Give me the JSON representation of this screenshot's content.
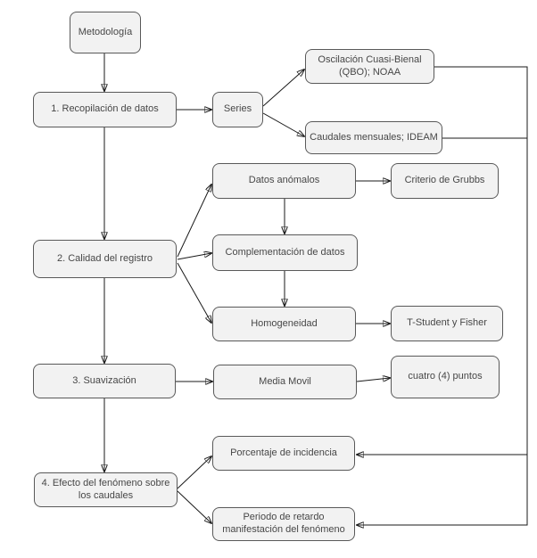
{
  "diagram": {
    "type": "flowchart",
    "title": "Metodología",
    "colors": {
      "background": "#ffffff",
      "node_fill": "#f2f2f2",
      "node_border": "#595959",
      "node_text": "#474747",
      "connector": "#1a1a1a"
    },
    "nodes": {
      "metodologia": {
        "label": "Metodología"
      },
      "recopilacion": {
        "label": "1. Recopilación de datos"
      },
      "series": {
        "label": "Series"
      },
      "qbo": {
        "label": "Oscilación Cuasi-Bienal (QBO); NOAA"
      },
      "caudales": {
        "label": "Caudales mensuales; IDEAM"
      },
      "datos_anomalos": {
        "label": "Datos anómalos"
      },
      "criterio_grubbs": {
        "label": "Criterio de Grubbs"
      },
      "calidad": {
        "label": "2. Calidad del registro"
      },
      "complementacion": {
        "label": "Complementación de datos"
      },
      "homogeneidad": {
        "label": "Homogeneidad"
      },
      "t_student_fisher": {
        "label": "T-Student y Fisher"
      },
      "suavizacion": {
        "label": "3. Suavización"
      },
      "media_movil": {
        "label": "Media Movil"
      },
      "cuatro_puntos": {
        "label": "cuatro (4) puntos"
      },
      "efecto": {
        "label": "4. Efecto del fenómeno sobre los caudales"
      },
      "porcentaje": {
        "label": "Porcentaje de incidencia"
      },
      "periodo": {
        "label": "Periodo de retardo manifestación del fenómeno"
      }
    },
    "edges": [
      {
        "from": "metodologia",
        "to": "recopilacion"
      },
      {
        "from": "recopilacion",
        "to": "series"
      },
      {
        "from": "series",
        "to": "qbo"
      },
      {
        "from": "series",
        "to": "caudales"
      },
      {
        "from": "recopilacion",
        "to": "calidad"
      },
      {
        "from": "calidad",
        "to": "datos_anomalos"
      },
      {
        "from": "calidad",
        "to": "complementacion"
      },
      {
        "from": "calidad",
        "to": "homogeneidad"
      },
      {
        "from": "datos_anomalos",
        "to": "criterio_grubbs"
      },
      {
        "from": "datos_anomalos",
        "to": "complementacion"
      },
      {
        "from": "complementacion",
        "to": "homogeneidad"
      },
      {
        "from": "homogeneidad",
        "to": "t_student_fisher"
      },
      {
        "from": "calidad",
        "to": "suavizacion"
      },
      {
        "from": "suavizacion",
        "to": "media_movil"
      },
      {
        "from": "media_movil",
        "to": "cuatro_puntos"
      },
      {
        "from": "suavizacion",
        "to": "efecto"
      },
      {
        "from": "efecto",
        "to": "porcentaje"
      },
      {
        "from": "efecto",
        "to": "periodo"
      },
      {
        "from": "qbo",
        "to": "porcentaje",
        "route": "right-side"
      },
      {
        "from": "caudales",
        "to": "periodo",
        "route": "right-side"
      }
    ]
  }
}
